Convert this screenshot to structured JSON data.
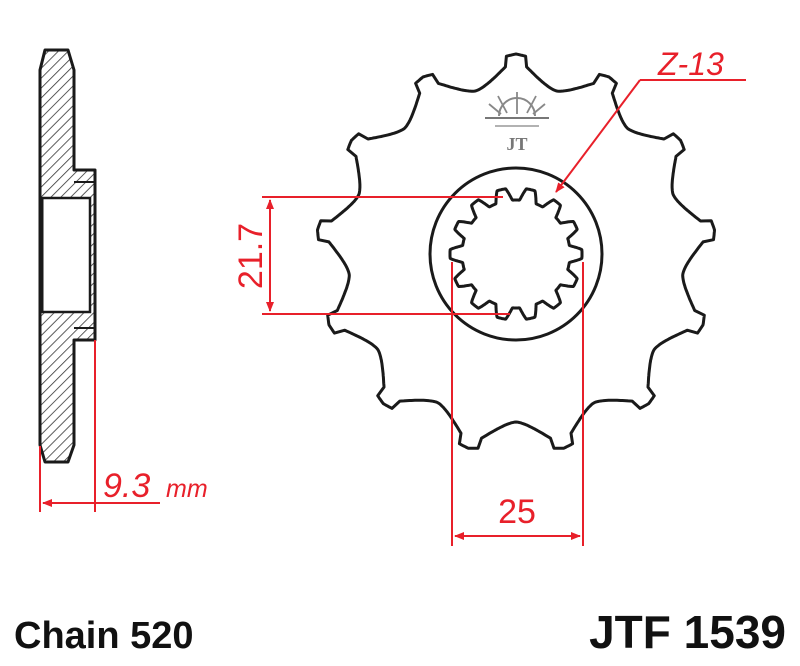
{
  "colors": {
    "outline": "#1a1a1a",
    "dimension": "#e8202a",
    "hatch": "#333333",
    "background": "#ffffff"
  },
  "sprocket": {
    "teeth": 13
  },
  "dimensions": {
    "teeth_label": "Z-13",
    "spline_height": "21.7",
    "spline_width": "25",
    "thickness_value": "9.3",
    "thickness_unit": "mm"
  },
  "footer": {
    "chain": "Chain 520",
    "part_number": "JTF 1539"
  },
  "logo": {
    "icon": "sun-logo-icon",
    "text": "JT"
  }
}
